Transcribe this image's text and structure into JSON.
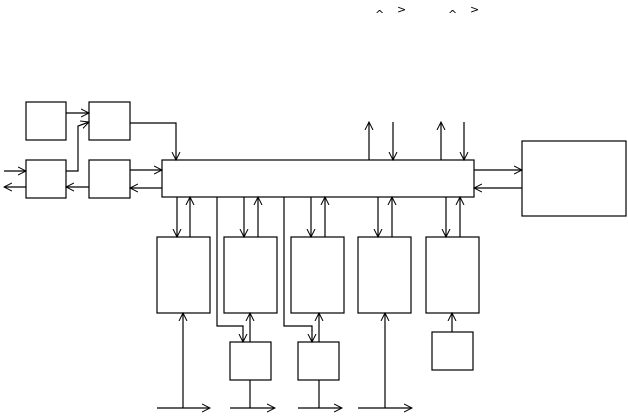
{
  "diagram": {
    "type": "block-diagram",
    "line_color": "#000000",
    "background": "#ffffff",
    "header_marks": [
      "^",
      ">",
      "^",
      ">"
    ],
    "nodes": [
      {
        "id": "input-block-top",
        "shape": "rectangle"
      },
      {
        "id": "input-block-bottom",
        "shape": "rectangle"
      },
      {
        "id": "pre-block-top",
        "shape": "rectangle"
      },
      {
        "id": "pre-block-bottom",
        "shape": "rectangle"
      },
      {
        "id": "bus-block",
        "shape": "rectangle"
      },
      {
        "id": "external-block-right",
        "shape": "rectangle"
      },
      {
        "id": "module-1",
        "shape": "rectangle"
      },
      {
        "id": "module-2",
        "shape": "rectangle"
      },
      {
        "id": "module-3",
        "shape": "rectangle"
      },
      {
        "id": "module-4",
        "shape": "rectangle"
      },
      {
        "id": "module-5",
        "shape": "rectangle"
      },
      {
        "id": "sub-block-1",
        "shape": "rectangle"
      },
      {
        "id": "sub-block-2",
        "shape": "rectangle"
      },
      {
        "id": "sub-block-3",
        "shape": "rectangle"
      }
    ]
  }
}
